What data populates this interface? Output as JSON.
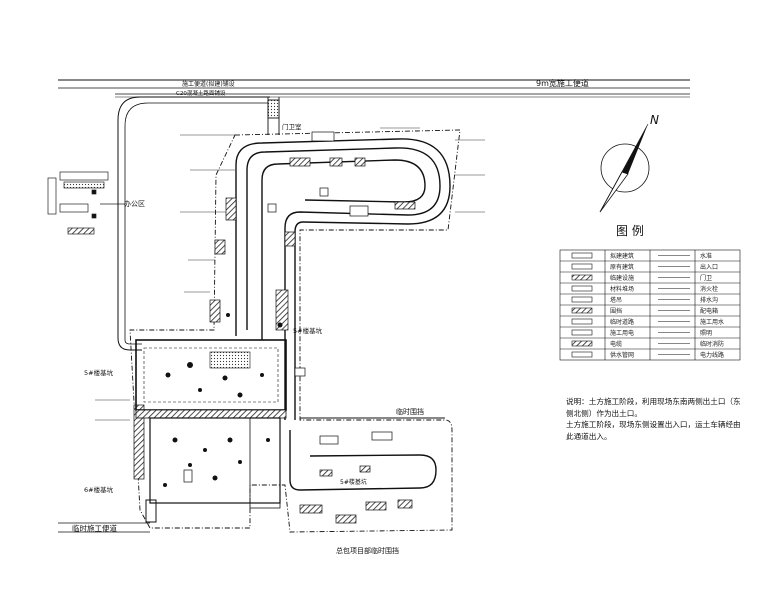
{
  "roads": {
    "top_left": "施工便道(拟建)铺设",
    "top_left_sub": "C20混凝土路面铺设",
    "top_right": "9m宽施工便道"
  },
  "labels": {
    "office": "办公区",
    "gate": "门卫室",
    "pit_top": "5#楼基坑",
    "pit_left": "5#楼基坑",
    "pit_bottom_left": "6#楼基坑",
    "pit_mid": "5#楼基坑",
    "fence_right": "临时围挡",
    "bottom_road": "临时施工便道",
    "bottom_center": "总包项目部临时围挡"
  },
  "compass": {
    "letter": "N"
  },
  "legend": {
    "title": "图 例",
    "rows": [
      [
        "拟建建筑",
        "水准",
        "原有建筑",
        "出入口"
      ],
      [
        "临建设施",
        "门卫",
        "材料堆场",
        "消火栓"
      ],
      [
        "塔吊",
        "排水沟",
        "围挡",
        "配电箱"
      ],
      [
        "临时道路",
        "施工用水",
        "施工用电",
        "照明"
      ],
      [
        "电缆",
        "临时消防",
        "供水管网",
        "电力线路"
      ]
    ]
  },
  "note": {
    "p1": "说明：土方施工阶段，利用现场东南两侧出土口（东侧北侧）作为出土口。",
    "p2": "土方施工阶段，现场东侧设置出入口，运土车辆经由此通道出入。"
  }
}
